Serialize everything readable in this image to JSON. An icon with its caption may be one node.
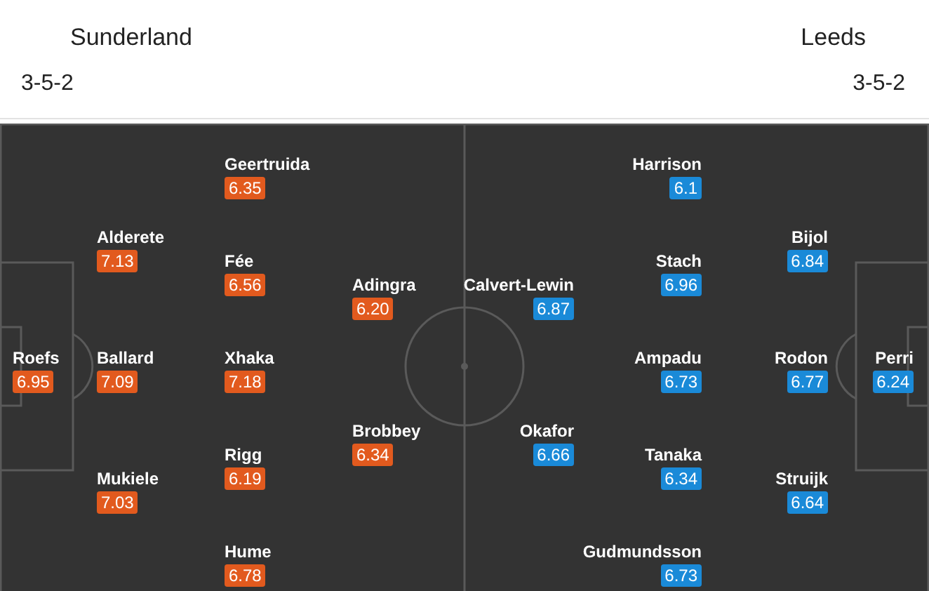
{
  "diagram": {
    "nodes": [
      {
        "text": [
          "Roefs",
          "6.95"
        ]
      },
      {
        "text": [
          "Alderete",
          "7.13"
        ]
      },
      {
        "text": [
          "Ballard",
          "7.09"
        ]
      },
      {
        "text": [
          "Mukiele",
          "7.03"
        ]
      },
      {
        "text": [
          "Geertruida",
          "6.35"
        ]
      },
      {
        "text": [
          "Fée",
          "6.56"
        ]
      },
      {
        "text": [
          "Xhaka",
          "7.18"
        ]
      },
      {
        "text": [
          "Rigg",
          "6.19"
        ]
      },
      {
        "text": [
          "Hume",
          "6.78"
        ]
      },
      {
        "text": [
          "Adingra",
          "6.20"
        ]
      },
      {
        "text": [
          "Brobbey",
          "6.34"
        ]
      },
      {
        "text": [
          "Calvert-Lewin",
          "6.87"
        ]
      },
      {
        "text": [
          "Okafor",
          "6.66"
        ]
      },
      {
        "text": [
          "Harrison",
          "6.1"
        ]
      },
      {
        "text": [
          "Stach",
          "6.96"
        ]
      },
      {
        "text": [
          "Ampadu",
          "6.73"
        ]
      },
      {
        "text": [
          "Tanaka",
          "6.34"
        ]
      },
      {
        "text": [
          "Gudmundsson",
          "6.73"
        ]
      },
      {
        "text": [
          "Bijol",
          "6.84"
        ]
      },
      {
        "text": [
          "Rodon",
          "6.77"
        ]
      },
      {
        "text": [
          "Struijk",
          "6.64"
        ]
      },
      {
        "text": [
          "Perri",
          "6.24"
        ]
      }
    ],
    "labels": [
      "Sunderland",
      "Leeds",
      "3-5-2",
      "3-5-2"
    ]
  }
}
